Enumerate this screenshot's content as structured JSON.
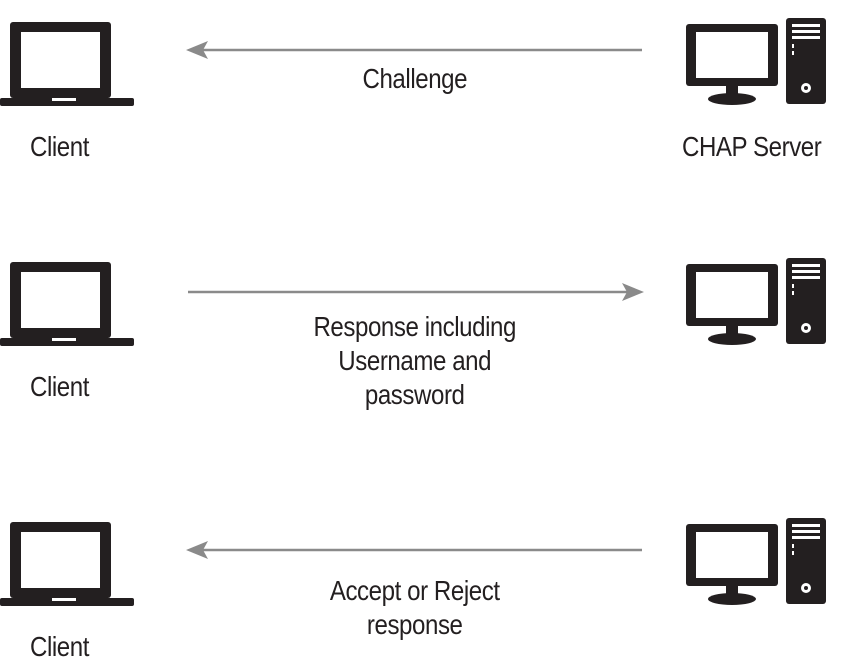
{
  "steps": [
    {
      "client_label": "Client",
      "server_label": "CHAP Server",
      "message": "Challenge",
      "direction": "server-to-client"
    },
    {
      "client_label": "Client",
      "server_label": "",
      "message": "Response including\nUsername and\npassword",
      "direction": "client-to-server"
    },
    {
      "client_label": "Client",
      "server_label": "",
      "message": "Accept or Reject\nresponse",
      "direction": "server-to-client"
    }
  ],
  "colors": {
    "icon": "#231f20",
    "arrow": "#8a8a8a",
    "text": "#231f20"
  },
  "icons": {
    "client": "laptop-icon",
    "server": "desktop-server-icon"
  }
}
